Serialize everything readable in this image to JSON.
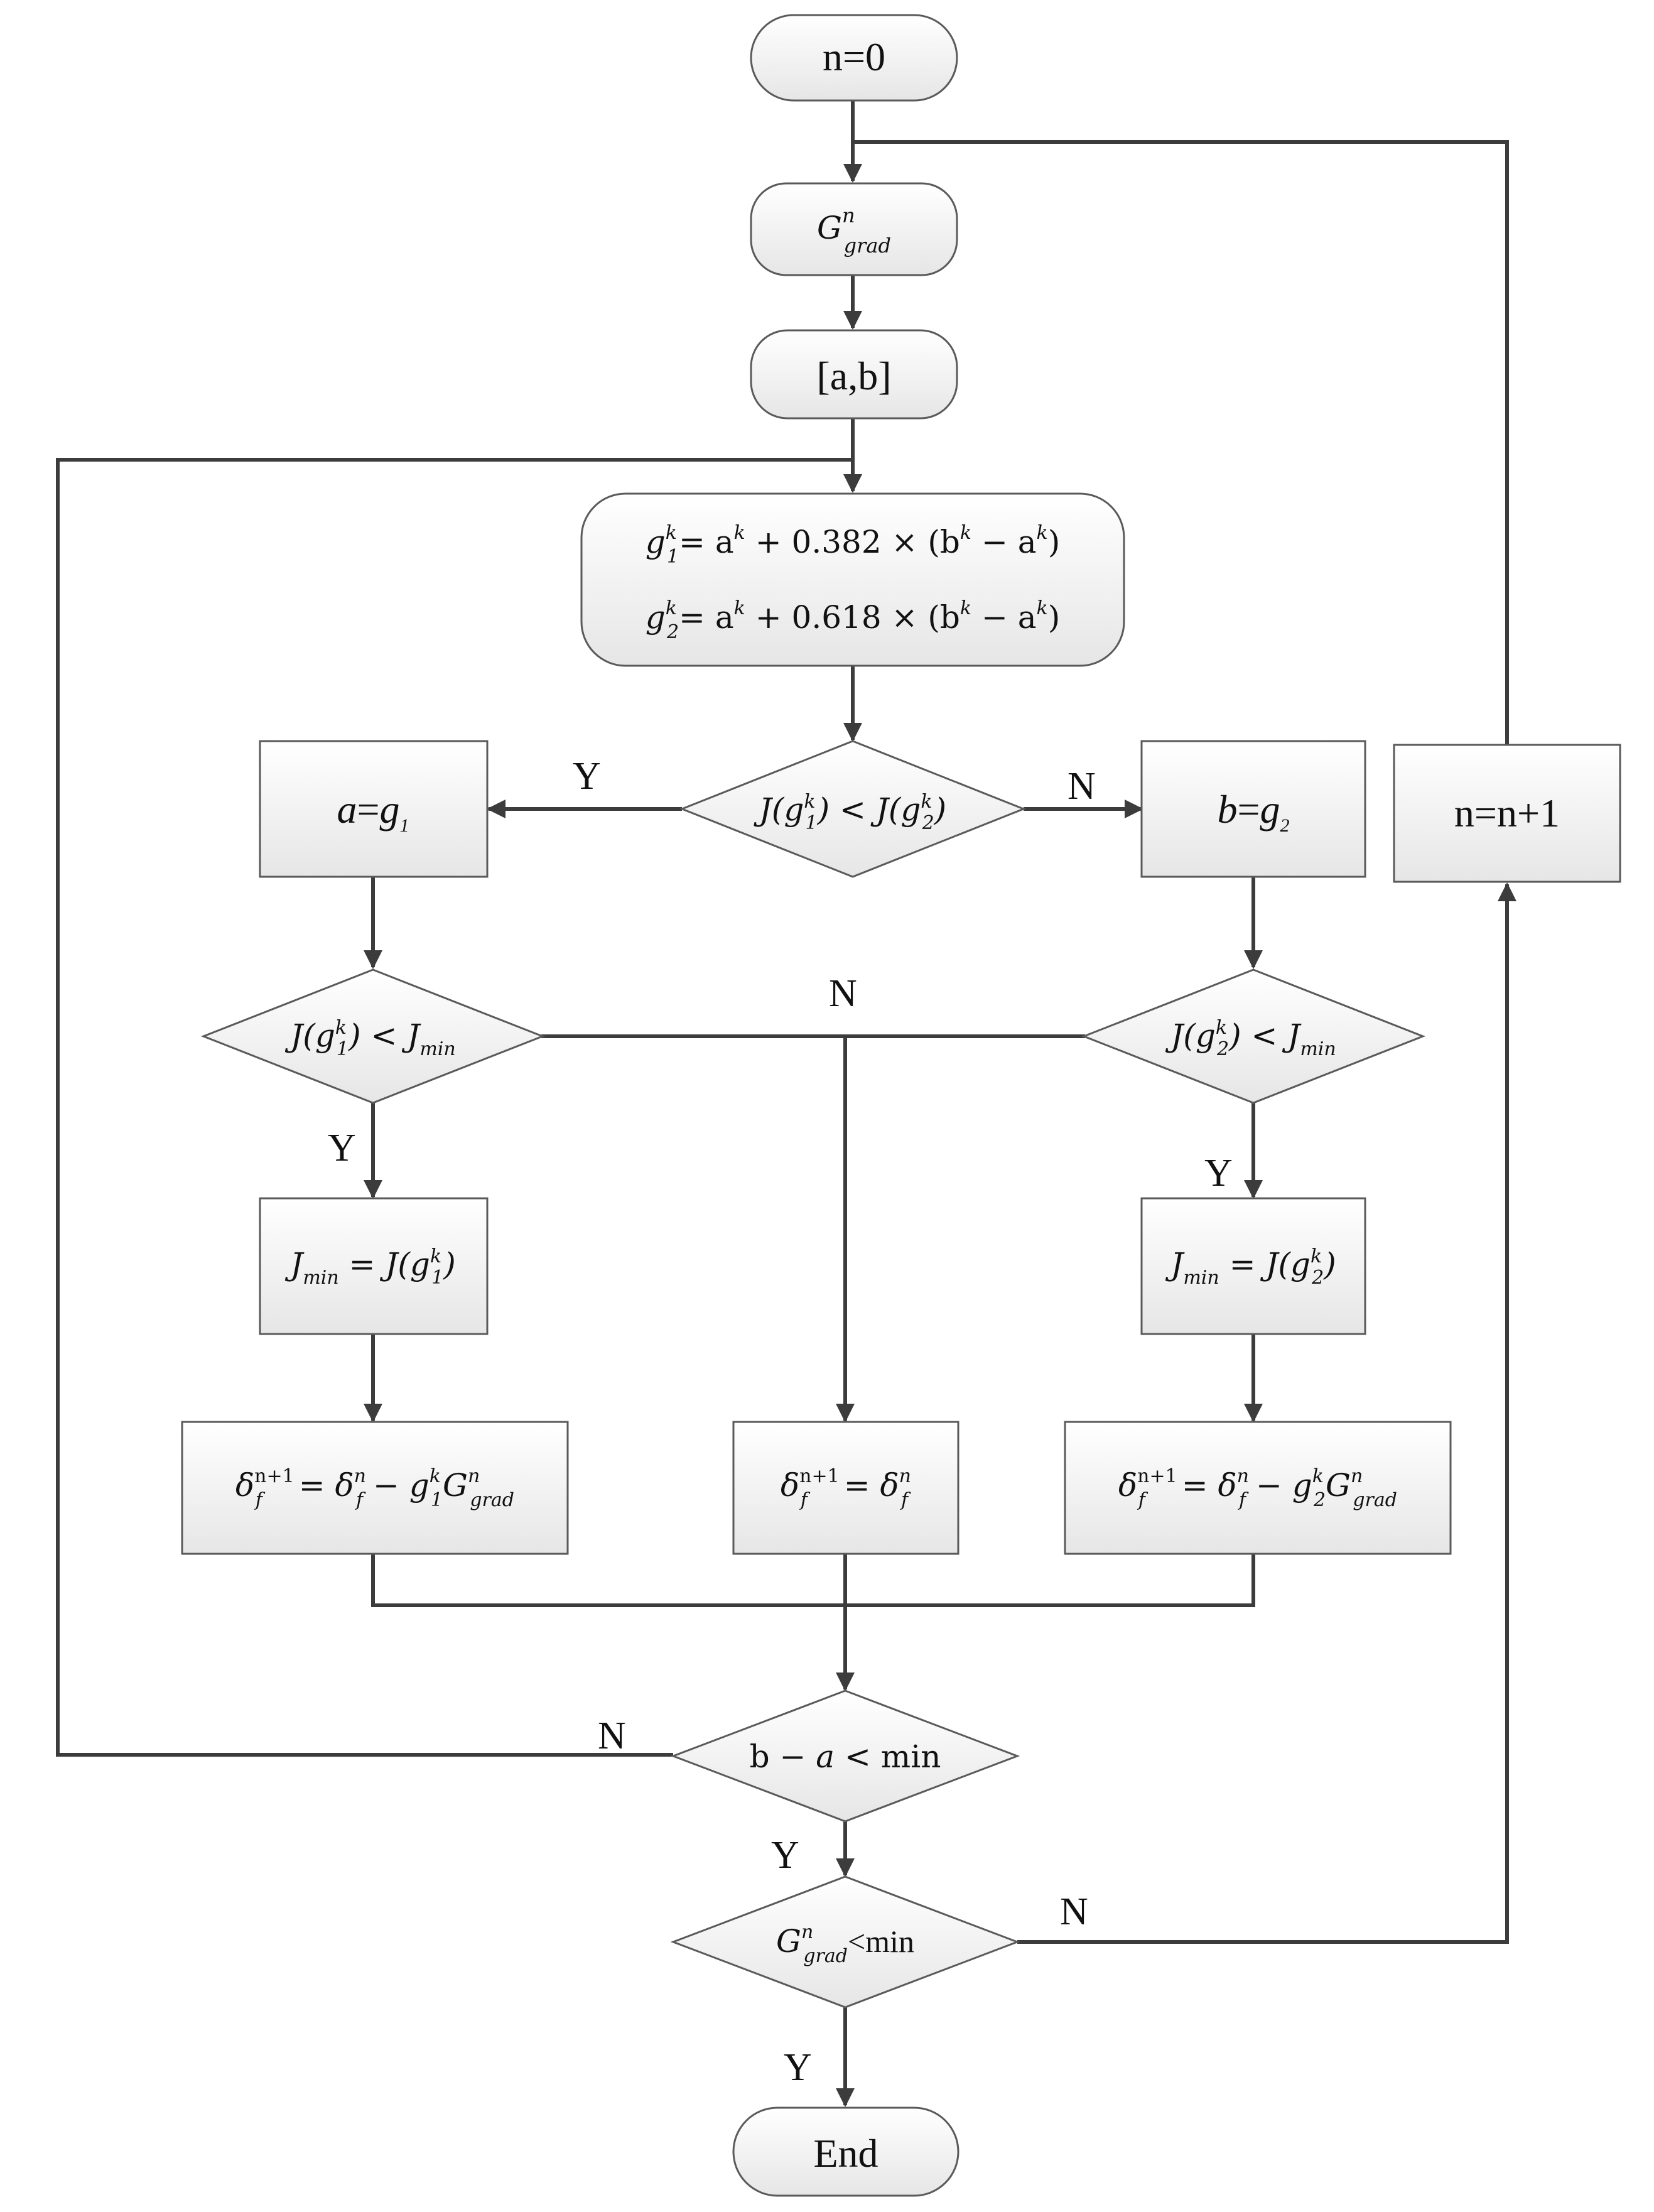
{
  "nodes": {
    "start": "n=0",
    "g_grad": {
      "base": "G",
      "sup": "n",
      "sub": "grad"
    },
    "interval": "[a,b]",
    "golden_points": {
      "line1": {
        "lhs": "g",
        "lhs_sub": "1",
        "lhs_sup": "k",
        "rhs": "= a",
        "rhs_sup1": "k",
        "mid": " + 0.382 × (b",
        "sup2": "k",
        "tail": " − a",
        "sup3": "k",
        "close": ")"
      },
      "line2": {
        "lhs": "g",
        "lhs_sub": "2",
        "lhs_sup": "k",
        "rhs": "= a",
        "rhs_sup1": "k",
        "mid": " + 0.618 × (b",
        "sup2": "k",
        "tail": " − a",
        "sup3": "k",
        "close": ")"
      }
    },
    "compare_g1_g2": {
      "a": "J(g",
      "a_sub": "1",
      "a_sup": "k",
      "op": ") < J(g",
      "b_sub": "2",
      "b_sup": "k",
      "close": ")"
    },
    "set_a": {
      "lhs": "a",
      "eq": "=",
      "rhs": "g",
      "sub": "1"
    },
    "set_b": {
      "lhs": "b",
      "eq": "=",
      "rhs": "g",
      "sub": "2"
    },
    "increment": "n=n+1",
    "check_g1_jmin": {
      "a": "J(g",
      "a_sub": "1",
      "a_sup": "k",
      "op": ") < J",
      "j_sub": "min"
    },
    "check_g2_jmin": {
      "a": "J(g",
      "a_sub": "2",
      "a_sup": "k",
      "op": ") < J",
      "j_sub": "min"
    },
    "jmin_g1": {
      "j": "J",
      "j_sub": "min",
      "eq": " = J(g",
      "g_sub": "1",
      "g_sup": "k",
      "close": ")"
    },
    "jmin_g2": {
      "j": "J",
      "j_sub": "min",
      "eq": " = J(g",
      "g_sub": "2",
      "g_sup": "k",
      "close": ")"
    },
    "update_left": {
      "d": "δ",
      "d_sub": "f",
      "d_sup": "n+1",
      "eq": " = δ",
      "e_sub": "f",
      "e_sup": "n",
      "minus": " − g",
      "g_sub": "1",
      "g_sup": "k",
      "G": "G",
      "G_sub": "grad",
      "G_sup": "n"
    },
    "update_mid": {
      "d": "δ",
      "d_sub": "f",
      "d_sup": "n+1",
      "eq": " = δ",
      "e_sub": "f",
      "e_sup": "n"
    },
    "update_right": {
      "d": "δ",
      "d_sub": "f",
      "d_sup": "n+1",
      "eq": " = δ",
      "e_sub": "f",
      "e_sup": "n",
      "minus": " − g",
      "g_sub": "2",
      "g_sup": "k",
      "G": "G",
      "G_sub": "grad",
      "G_sup": "n"
    },
    "check_interval": {
      "b": "b",
      "op": " − ",
      "a": "a",
      "tail": " < min"
    },
    "check_gradient": {
      "base": "G",
      "sub": "grad",
      "sup": "n",
      "tail": "<min"
    },
    "end": "End"
  },
  "edge_labels": {
    "to_set_a": "Y",
    "to_set_b": "N",
    "middle_no": "N",
    "g1_yes": "Y",
    "g2_yes": "Y",
    "interval_no": "N",
    "interval_yes": "Y",
    "gradient_no": "N",
    "gradient_yes": "Y"
  },
  "colors": {
    "node_top": "#ffffff",
    "node_bottom": "#e6e6e6",
    "edge": "#3c3c3c",
    "node_border": "#5a5a5a"
  }
}
